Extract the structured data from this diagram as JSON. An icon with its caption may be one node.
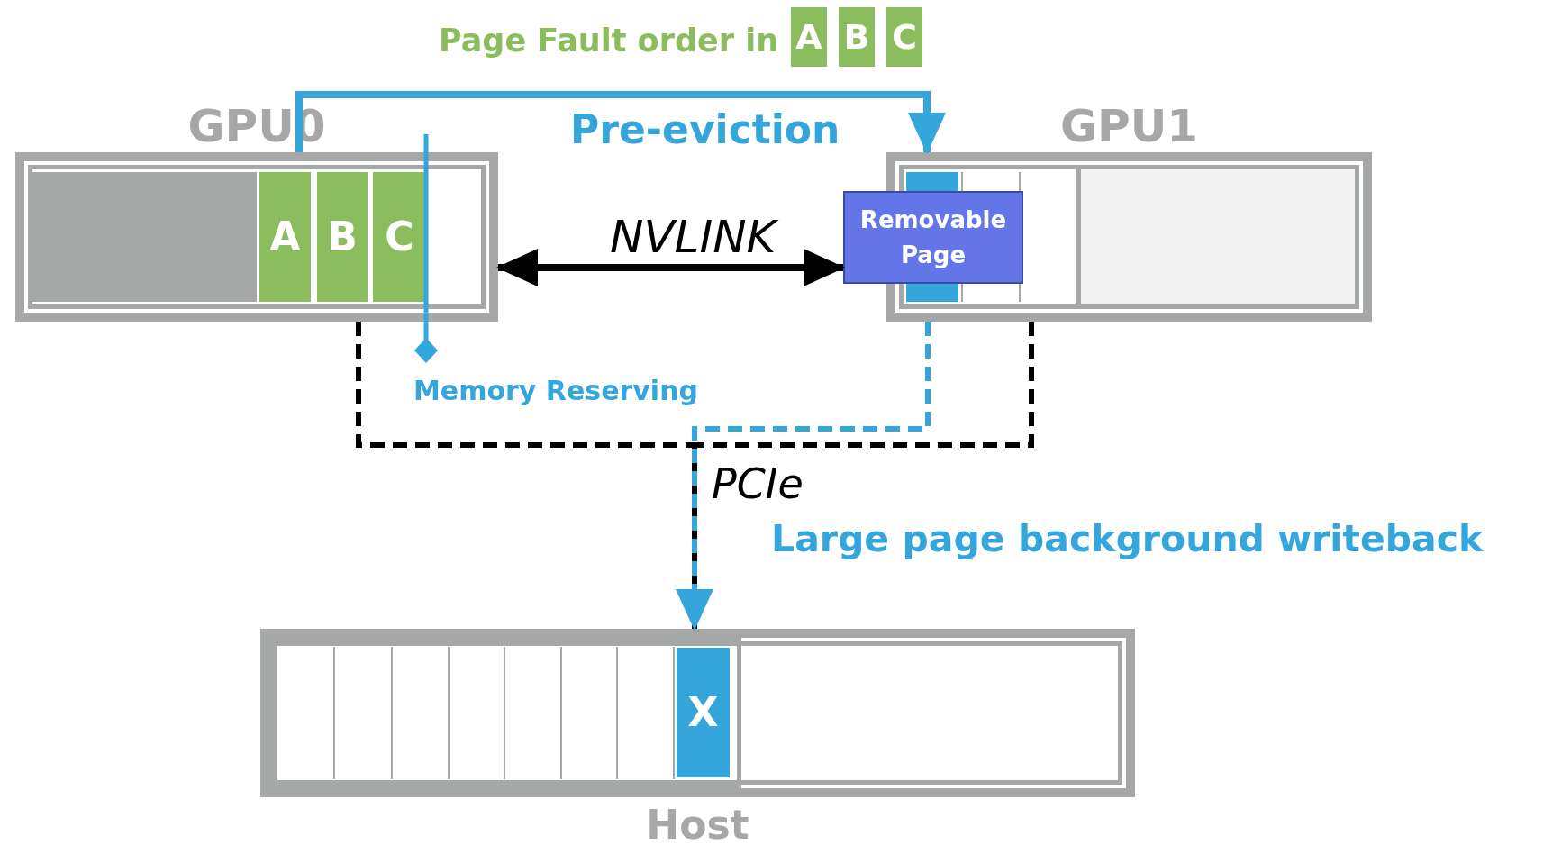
{
  "diagram": {
    "nodes": [
      {
        "text": [
          "A"
        ]
      },
      {
        "text": [
          "B"
        ]
      },
      {
        "text": [
          "C"
        ]
      },
      {
        "text": [
          "GPU0"
        ]
      },
      {
        "text": [],
        "shape": "box",
        "in": 3
      },
      {
        "text": [
          "A"
        ],
        "in": 3
      },
      {
        "text": [
          "B"
        ],
        "in": 3
      },
      {
        "text": [
          "C"
        ],
        "in": 3
      },
      {
        "text": [
          "GPU1"
        ]
      },
      {
        "text": [],
        "shape": "bar",
        "in": 8
      },
      {
        "text": [],
        "shape": "box",
        "in": 8
      },
      {
        "text": [
          "Removable Page"
        ]
      },
      {
        "text": [
          "Host"
        ]
      },
      {
        "text": [
          "X"
        ],
        "in": 12
      }
    ],
    "edges": [
      {
        "from": 3,
        "to": 8,
        "arrow": "to",
        "label": "Pre-eviction",
        "color": "#35a6dc"
      },
      {
        "from": 3,
        "to": 11,
        "arrow": "both",
        "label": "NVLINK"
      },
      {
        "from": 3,
        "to": 12,
        "arrow": "none",
        "label": "PCIe",
        "style": "dashed"
      },
      {
        "from": 8,
        "to": 12,
        "arrow": "none",
        "style": "dashed"
      },
      {
        "from": 8,
        "to": 12,
        "arrow": "to",
        "label": "Large page background writeback",
        "style": "dashed",
        "color": "#35a6dc"
      }
    ],
    "labels": [
      "Page Fault order in",
      "Memory Reserving"
    ]
  }
}
